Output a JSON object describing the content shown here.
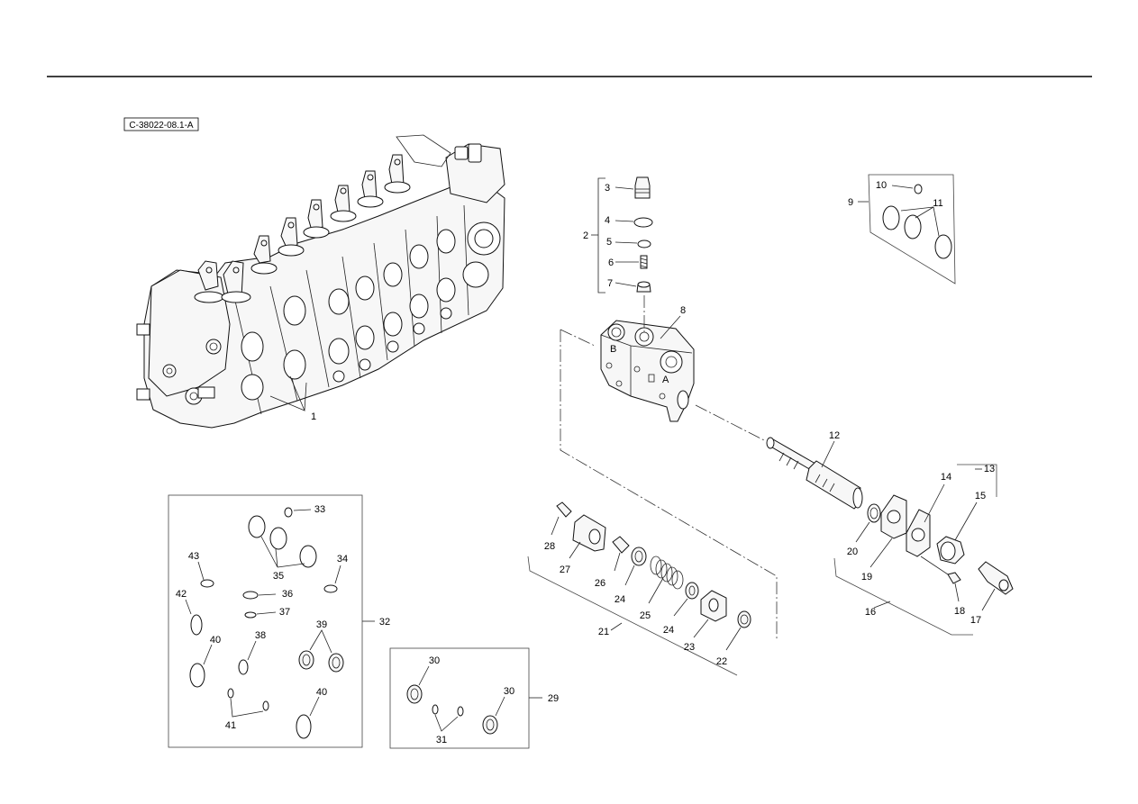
{
  "diagram": {
    "reference_code": "C-38022-08.1-A",
    "callouts": {
      "c1": "1",
      "c2": "2",
      "c3": "3",
      "c4": "4",
      "c5": "5",
      "c6": "6",
      "c7": "7",
      "c8": "8",
      "c9": "9",
      "c10": "10",
      "c11": "11",
      "c12": "12",
      "c13": "13",
      "c14": "14",
      "c15": "15",
      "c16": "16",
      "c17": "17",
      "c18": "18",
      "c19": "19",
      "c20": "20",
      "c21": "21",
      "c22": "22",
      "c23": "23",
      "c24a": "24",
      "c24b": "24",
      "c25": "25",
      "c26": "26",
      "c27": "27",
      "c28": "28",
      "c29": "29",
      "c30a": "30",
      "c30b": "30",
      "c31": "31",
      "c32": "32",
      "c33": "33",
      "c34": "34",
      "c35": "35",
      "c36": "36",
      "c37": "37",
      "c38": "38",
      "c39": "39",
      "c40a": "40",
      "c40b": "40",
      "c41": "41",
      "c42": "42",
      "c43": "43"
    },
    "valve_marks": {
      "port_a": "A",
      "port_b": "B"
    }
  }
}
